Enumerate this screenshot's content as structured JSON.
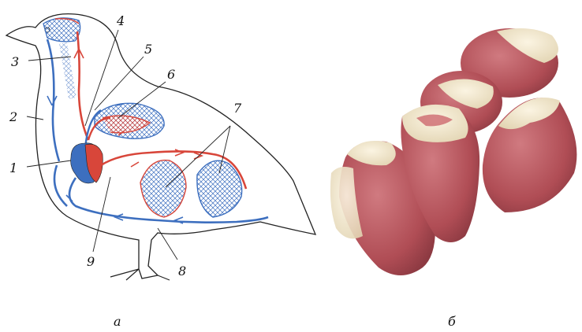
{
  "figure": {
    "panels": [
      {
        "id": "a",
        "caption": "а"
      },
      {
        "id": "b",
        "caption": "б"
      }
    ],
    "labels": {
      "l1": "1",
      "l2": "2",
      "l3": "3",
      "l4": "4",
      "l5": "5",
      "l6": "6",
      "l7": "7",
      "l8": "8",
      "l9": "9"
    },
    "colors": {
      "arterial": "#d8463a",
      "venous": "#3d6fbf",
      "outline": "#222222",
      "heart_meat": "#b8555a",
      "fat": "#efe6cf"
    }
  }
}
